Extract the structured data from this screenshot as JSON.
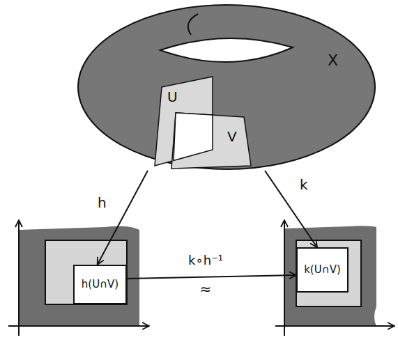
{
  "diagram": {
    "nodes": [
      {
        "text": [
          "X"
        ]
      },
      {
        "text": [
          "U"
        ],
        "in": 0
      },
      {
        "text": [
          "V"
        ],
        "in": 0
      },
      {
        "text": [
          "h(U∩V)"
        ]
      },
      {
        "text": [
          "k(U∩V)"
        ]
      }
    ],
    "edges": [
      {
        "from": 0,
        "to": 3,
        "arrow": "to",
        "label": "h"
      },
      {
        "from": 0,
        "to": 4,
        "arrow": "to",
        "label": "k"
      },
      {
        "from": 3,
        "to": 4,
        "arrow": "to",
        "label": "k∘h⁻¹"
      }
    ],
    "labels": [
      "≈"
    ]
  }
}
